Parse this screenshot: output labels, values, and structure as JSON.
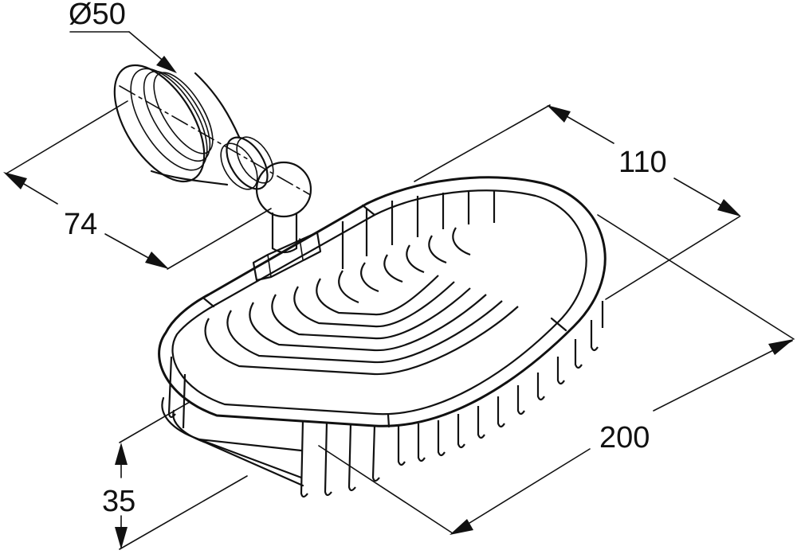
{
  "drawing": {
    "dimensions": {
      "diameter": "Ø50",
      "depth": "74",
      "width": "110",
      "length": "200",
      "height": "35"
    },
    "colors": {
      "line": "#111111",
      "background": "#ffffff"
    }
  }
}
